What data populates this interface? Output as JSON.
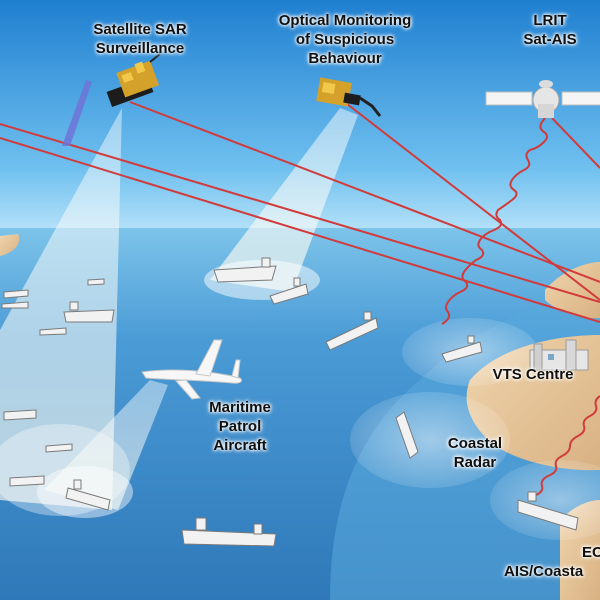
{
  "labels": {
    "satellite_sar": [
      "Satellite SAR",
      "Surveillance"
    ],
    "optical_monitoring": [
      "Optical Monitoring",
      "of Suspicious",
      "Behaviour"
    ],
    "lrit": [
      "LRIT",
      "Sat-AIS"
    ],
    "maritime_patrol": [
      "Maritime",
      "Patrol",
      "Aircraft"
    ],
    "vts_centre": [
      "VTS Centre"
    ],
    "coastal_radar": [
      "Coastal",
      "Radar"
    ],
    "ais_coastal": [
      "EC",
      "AIS/Coasta"
    ]
  },
  "icons": {
    "sar_satellite": "satellite-icon",
    "optical_satellite": "satellite-icon",
    "lrit_satellite": "satellite-icon",
    "aircraft": "aircraft-icon",
    "vts_building": "building-icon",
    "vessel": "ship-icon"
  },
  "colors": {
    "sky": "#2c8fd6",
    "sea": "#3a86c8",
    "land": "#e9c9a0",
    "signal_line": "#d13b3b",
    "beam": "#f4f7f0",
    "label_text": "#101010"
  }
}
